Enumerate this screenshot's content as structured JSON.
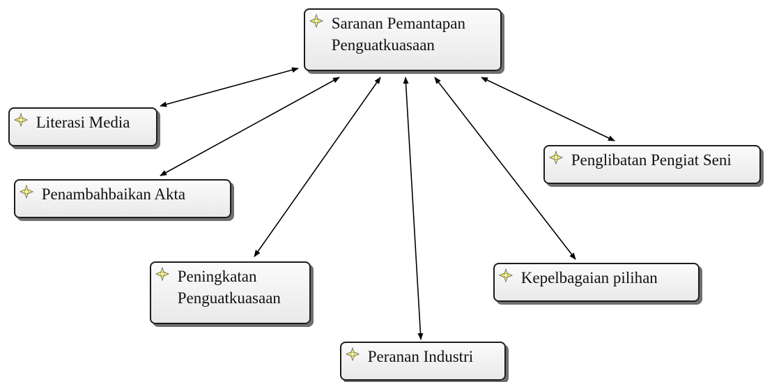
{
  "diagram": {
    "icon": "idea-bulb-icon",
    "central": {
      "lines": [
        "Saranan Pemantapan",
        "Penguatkuasaan"
      ]
    },
    "nodes": [
      {
        "lines": [
          "Literasi Media"
        ]
      },
      {
        "lines": [
          "Penambahbaikan Akta"
        ]
      },
      {
        "lines": [
          "Peningkatan",
          "Penguatkuasaan"
        ]
      },
      {
        "lines": [
          "Peranan Industri"
        ]
      },
      {
        "lines": [
          "Kepelbagaian pilihan"
        ]
      },
      {
        "lines": [
          "Penglibatan Pengiat Seni"
        ]
      }
    ],
    "connector": "bidirectional-arrow",
    "colors": {
      "node_fill": "#f2f2f2",
      "node_border": "#1c1c1c",
      "shadow": "#6f6f6f",
      "arrow": "#000000",
      "icon_fill": "#f7f25a"
    }
  }
}
